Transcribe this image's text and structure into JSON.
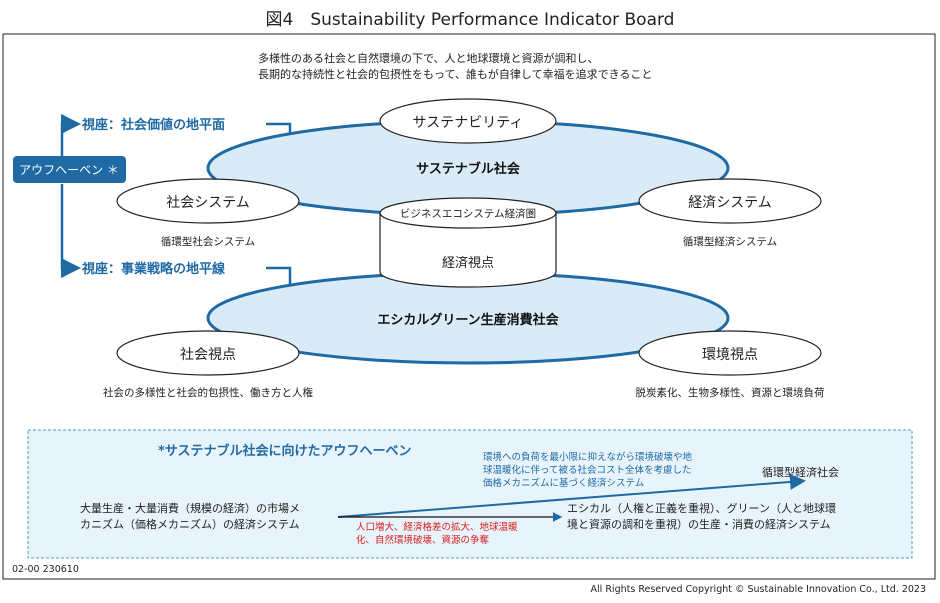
{
  "figure": {
    "title": "図4　Sustainability Performance Indicator Board",
    "doc_code": "02-00 230610",
    "copyright": "All Rights Reserved Copyright © Sustainable Innovation Co., Ltd. 2023"
  },
  "board": {
    "goal_line1": "多様性のある社会と自然環境の下で、人と地球環境と資源が調和し、",
    "goal_line2": "長期的な持続性と社会的包摂性をもって、誰もが自律して幸福を追求できること",
    "aufheben_label": "アウフヘーベン ＊",
    "viewpoint_social": "視座：社会価値の地平面",
    "viewpoint_business": "視座：事業戦略の地平線",
    "sustainable_society": "サステナブル社会",
    "sustainability": "サステナビリティ",
    "social_system": "社会システム",
    "social_system_sub": "循環型社会システム",
    "economic_system": "経済システム",
    "economic_system_sub": "循環型経済システム",
    "ecosystem_label": "ビジネスエコシステム経済圏",
    "economic_view": "経済視点",
    "ethical_society": "エシカルグリーン生産消費社会",
    "social_view": "社会視点",
    "social_view_sub": "社会の多様性と社会的包摂性、働き方と人権",
    "env_view": "環境視点",
    "env_view_sub": "脱炭素化、生物多様性、資源と環境負荷"
  },
  "note": {
    "title": "*サステナブル社会に向けたアウフヘーベン",
    "blue_line1": "環境への負荷を最小限に抑えながら環境破壊や地",
    "blue_line2": "球温暖化に伴って被る社会コスト全体を考慮した",
    "blue_line3": "価格メカニズムに基づく経済システム",
    "circular": "循環型経済社会",
    "left_line1": "大量生産・大量消費（規模の経済）の市場メ",
    "left_line2": "カニズム（価格メカニズム）の経済システム",
    "red_line1": "人口増大、経済格差の拡大、地球温暖",
    "red_line2": "化、自然環境破壊、資源の争奪",
    "right_line1": "エシカル（人権と正義を重視）、グリーン（人と地球環",
    "right_line2": "境と資源の調和を重視）の生産・消費の経済システム"
  },
  "colors": {
    "accent": "#1f6aa5",
    "ellipse_fill": "#d9ebf7",
    "note_fill": "#e8f4fb",
    "red_text": "#d62020"
  }
}
